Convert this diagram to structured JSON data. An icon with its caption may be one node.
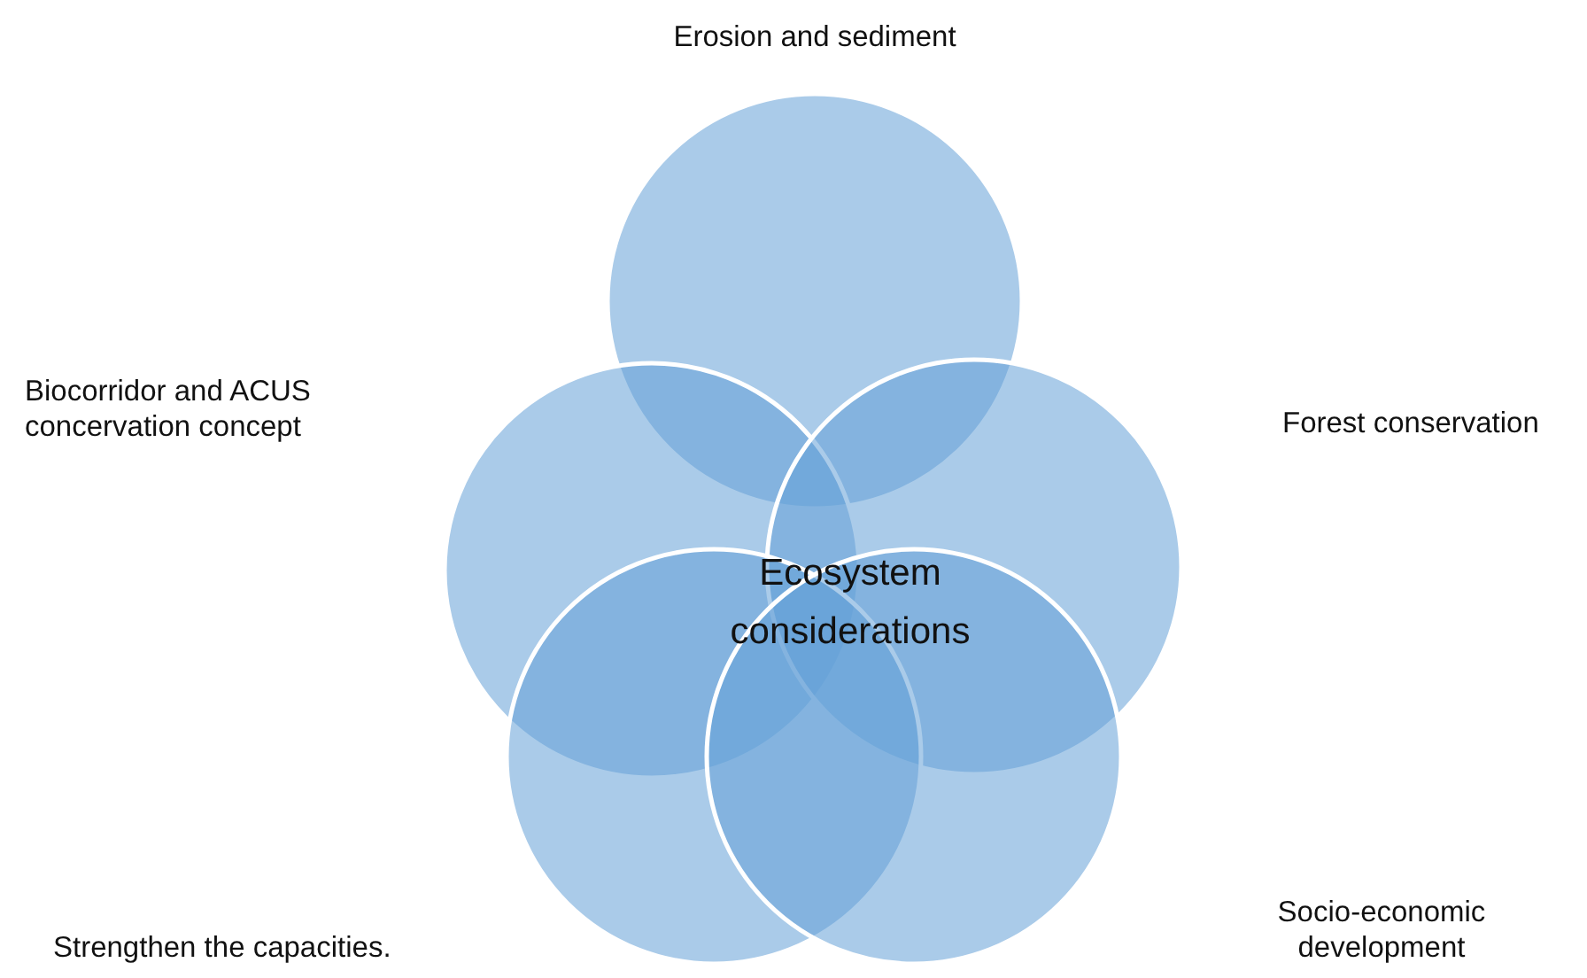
{
  "diagram": {
    "nodes": [
      {
        "text": [],
        "shape": "circle"
      },
      {
        "text": [],
        "shape": "circle"
      },
      {
        "text": [],
        "shape": "circle"
      },
      {
        "text": [],
        "shape": "circle"
      },
      {
        "text": [],
        "shape": "circle"
      }
    ],
    "labels": [
      "Erosion and sediment",
      "Biocorridor and ACUS concervation concept",
      "Forest conservation",
      "Ecosystem considerations",
      "Strengthen the capacities.",
      "Socio-economic development"
    ]
  }
}
